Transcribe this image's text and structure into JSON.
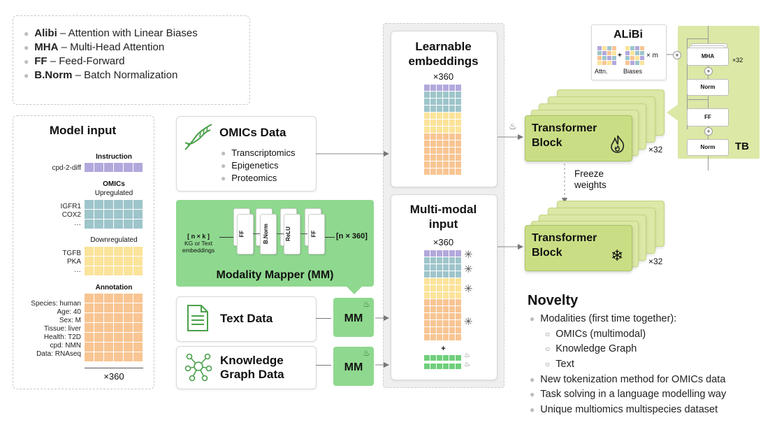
{
  "legend": [
    {
      "abbr": "Alibi",
      "def": "– Attention with Linear Biases"
    },
    {
      "abbr": "MHA",
      "def": "– Multi-Head Attention"
    },
    {
      "abbr": "FF",
      "def": "– Feed-Forward"
    },
    {
      "abbr": "B.Norm",
      "def": "– Batch Normalization"
    }
  ],
  "model_input": {
    "title": "Model input",
    "instruction_heading": "Instruction",
    "instruction_label": "cpd-2-diff",
    "omics_heading": "OMICs",
    "upregulated_label": "Upregulated",
    "up_genes": [
      "IGFR1",
      "COX2",
      "…"
    ],
    "downregulated_label": "Downregulated",
    "down_genes": [
      "TGFB",
      "PKA",
      "…"
    ],
    "annotation_heading": "Annotation",
    "annotation_rows": [
      "Species: human",
      "Age: 40",
      "Sex: M",
      "Tissue: liver",
      "Health: T2D",
      "cpd: NMN",
      "Data: RNAseq"
    ],
    "width_label": "×360"
  },
  "omics_data": {
    "title": "OMICs Data",
    "items": [
      "Transcriptomics",
      "Epigenetics",
      "Proteomics"
    ],
    "icon": "dna-icon"
  },
  "modality_mapper": {
    "title": "Modality Mapper (MM)",
    "input_dims": "[ n × k ]",
    "input_desc_1": "KG or Text",
    "input_desc_2": "embeddings",
    "layers": [
      "FF",
      "B.Norm",
      "ReLU",
      "FF"
    ],
    "output_dims": "[n × 360]"
  },
  "text_data": {
    "title": "Text Data",
    "icon": "document-icon",
    "mm_label": "MM"
  },
  "kg_data": {
    "title_1": "Knowledge",
    "title_2": "Graph Data",
    "icon": "graph-icon",
    "mm_label": "MM"
  },
  "learnable": {
    "title_1": "Learnable",
    "title_2": "embeddings",
    "width_label": "×360"
  },
  "multimodal": {
    "title_1": "Multi-modal",
    "title_2": "input",
    "width_label": "×360",
    "plus": "+"
  },
  "transformer_top": {
    "line1": "Transformer",
    "line2": "Block",
    "repeat": "×32",
    "icon": "flame-icon"
  },
  "transformer_bottom": {
    "line1": "Transformer",
    "line2": "Block",
    "repeat": "×32",
    "icon": "snowflake-icon"
  },
  "freeze": {
    "line1": "Freeze",
    "line2": "weights"
  },
  "alibi": {
    "title": "ALiBi",
    "attn": "Attn.",
    "biases": "Biases",
    "plus": "+",
    "times": "× m"
  },
  "tb_panel": {
    "label": "TB",
    "mha": "MHA",
    "norm1": "Norm",
    "ff": "FF",
    "norm2": "Norm",
    "repeat": "×32"
  },
  "novelty": {
    "title": "Novelty",
    "items": [
      {
        "text": "Modalities (first time together):",
        "level": 0
      },
      {
        "text": "OMICs (multimodal)",
        "level": 1
      },
      {
        "text": "Knowledge Graph",
        "level": 1
      },
      {
        "text": "Text",
        "level": 1
      },
      {
        "text": "New tokenization method for OMICs data",
        "level": 0
      },
      {
        "text": "Task solving in a language modelling way",
        "level": 0
      },
      {
        "text": "Unique multiomics multispecies dataset",
        "level": 0
      }
    ]
  },
  "colors": {
    "purple": "#b3a8dc",
    "teal": "#9ec5cb",
    "yellow": "#fbe39a",
    "orange": "#f8c593",
    "green": "#8fd88f",
    "transformer": "#c9de84"
  }
}
